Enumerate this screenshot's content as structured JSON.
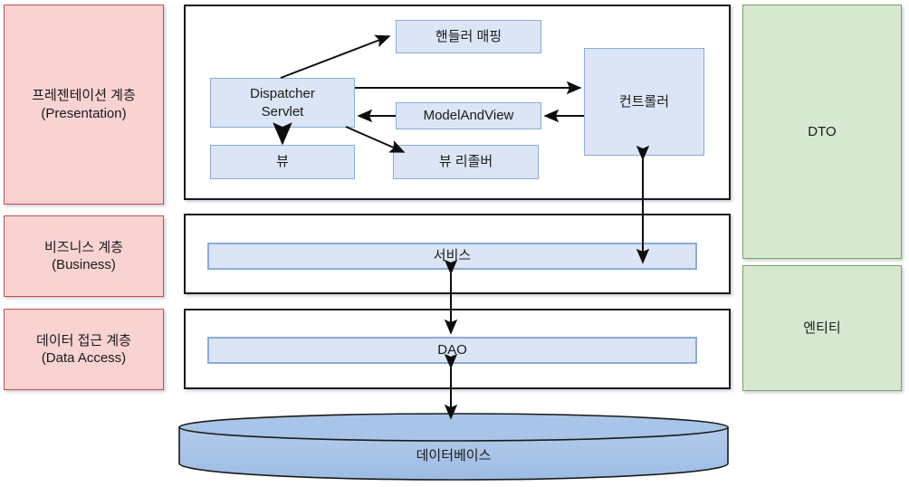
{
  "diagram": {
    "title": "Spring MVC Layered Architecture",
    "colors": {
      "pink_fill": "#f9d2d2",
      "pink_border": "#c0504d",
      "green_fill": "#d6e8d0",
      "green_border": "#76a368",
      "blue_fill": "#dbe5f5",
      "blue_border": "#8aabd8",
      "cylinder_fill": "#a8c4e8",
      "cylinder_border": "#1a1a1a",
      "container_border": "#1a1a1a",
      "background": "#ffffff"
    }
  },
  "layers": [
    {
      "ko": "프레젠테이션 계층",
      "en": "(Presentation)"
    },
    {
      "ko": "비즈니스 계층",
      "en": "(Business)"
    },
    {
      "ko": "데이터 접근 계층",
      "en": "(Data Access)"
    }
  ],
  "presentation": {
    "nodes": [
      {
        "id": "handler-mapping",
        "label": "핸들러 매핑"
      },
      {
        "id": "dispatcher-servlet",
        "label_line1": "Dispatcher",
        "label_line2": "Servlet"
      },
      {
        "id": "view",
        "label": "뷰"
      },
      {
        "id": "model-and-view",
        "label": "ModelAndView"
      },
      {
        "id": "view-resolver",
        "label": "뷰 리졸버"
      },
      {
        "id": "controller",
        "label": "컨트롤러"
      }
    ]
  },
  "business": {
    "node": {
      "id": "service",
      "label": "서비스"
    }
  },
  "data_access": {
    "node": {
      "id": "dao",
      "label": "DAO"
    }
  },
  "database": {
    "label": "데이터베이스"
  },
  "side_boxes": [
    {
      "id": "dto",
      "label": "DTO"
    },
    {
      "id": "entity",
      "label": "엔티티"
    }
  ],
  "connections": [
    {
      "from": "dispatcher-servlet",
      "to": "handler-mapping",
      "direction": "one-way"
    },
    {
      "from": "dispatcher-servlet",
      "to": "controller",
      "direction": "one-way"
    },
    {
      "from": "controller",
      "to": "model-and-view",
      "direction": "one-way"
    },
    {
      "from": "model-and-view",
      "to": "dispatcher-servlet",
      "direction": "one-way"
    },
    {
      "from": "dispatcher-servlet",
      "to": "view-resolver",
      "direction": "one-way"
    },
    {
      "from": "dispatcher-servlet",
      "to": "view",
      "direction": "one-way"
    },
    {
      "from": "controller",
      "to": "service",
      "direction": "two-way"
    },
    {
      "from": "service",
      "to": "dao",
      "direction": "two-way"
    },
    {
      "from": "dao",
      "to": "database",
      "direction": "two-way"
    }
  ]
}
